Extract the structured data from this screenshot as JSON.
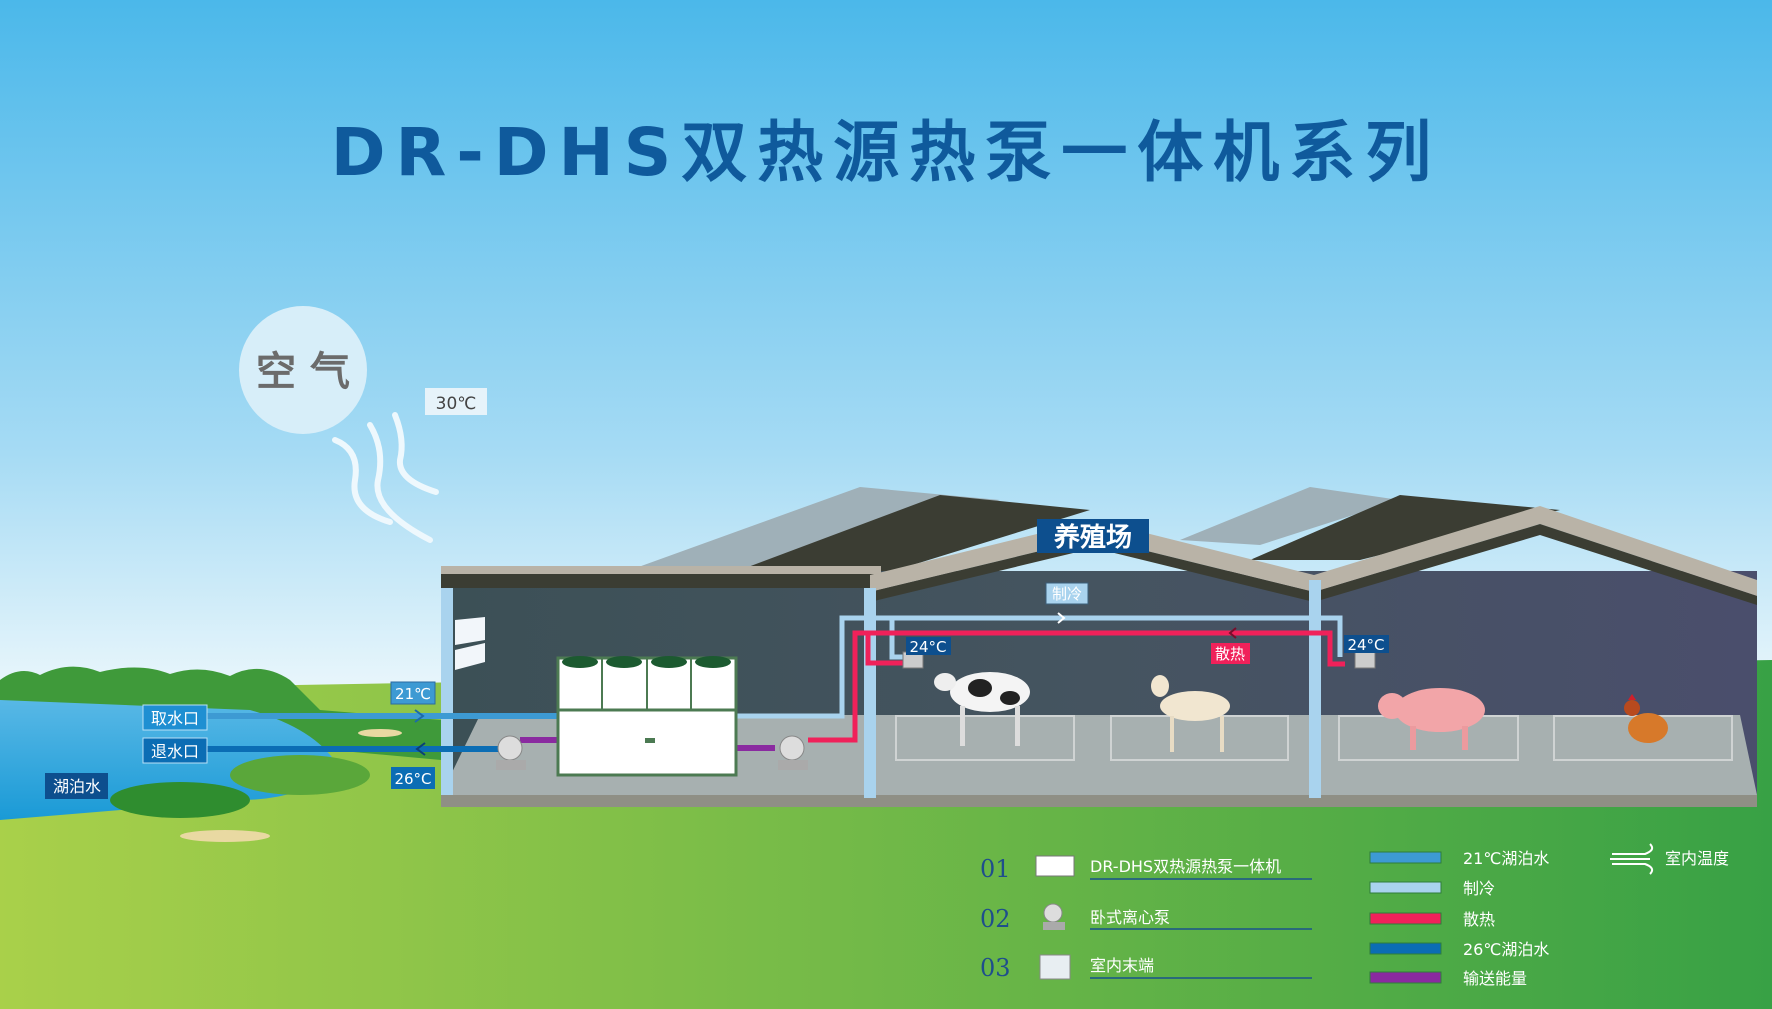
{
  "title": "DR-DHS双热源热泵一体机系列",
  "air": {
    "label": "空 气",
    "temp": "30℃"
  },
  "farm_label": "养殖场",
  "lake": {
    "label": "湖泊水",
    "intake": "取水口",
    "outlet": "退水口",
    "supply_temp": "21℃",
    "return_temp": "26°C"
  },
  "flows": {
    "cooling": "制冷",
    "heat": "散热"
  },
  "indoor_temps": [
    "24°C",
    "24°C"
  ],
  "legend_items": [
    {
      "num": "01",
      "label": "DR-DHS双热源热泵一体机",
      "icon": "heat-pump-unit-icon"
    },
    {
      "num": "02",
      "label": "卧式离心泵",
      "icon": "centrifugal-pump-icon"
    },
    {
      "num": "03",
      "label": "室内末端",
      "icon": "indoor-terminal-icon"
    }
  ],
  "pipe_legend": [
    {
      "label": "21℃湖泊水",
      "color": "#3d9ad3"
    },
    {
      "label": "制冷",
      "color": "#a9d3ee"
    },
    {
      "label": "散热",
      "color": "#f0215a"
    },
    {
      "label": "26℃湖泊水",
      "color": "#0b6db4"
    },
    {
      "label": "输送能量",
      "color": "#8a2aa0"
    }
  ],
  "indoor_temp_legend": "室内温度"
}
